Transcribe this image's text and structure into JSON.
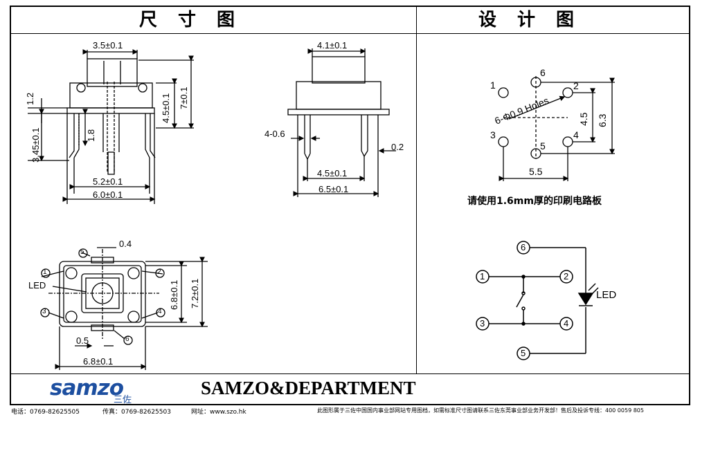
{
  "header": {
    "left_title": "尺　寸　图",
    "right_title": "设　计　图"
  },
  "front_view": {
    "top_width": "3.5±0.1",
    "dim_12": "1.2",
    "dim_345": "3.45±0.1",
    "dim_18": "1.8",
    "dim_45": "4.5±0.1",
    "dim_7": "7±0.1",
    "pin_spacing": "5.2±0.1",
    "base_width": "6.0±0.1"
  },
  "side_view": {
    "top_width": "4.1±0.1",
    "pin_width": "4-0.6",
    "pin_thick": "0.2",
    "pin_spacing": "4.5±0.1",
    "base_width": "6.5±0.1"
  },
  "top_view": {
    "led_label": "LED",
    "dim_04": "0.4",
    "dim_05": "0.5",
    "dim_68": "6.8±0.1",
    "dim_72": "7.2±0.1",
    "width": "6.8±0.1",
    "pins": [
      "1",
      "2",
      "3",
      "4",
      "5",
      "6"
    ]
  },
  "pcb_layout": {
    "holes_label": "6-Φ0.9 Holes",
    "dim_45": "4.5",
    "dim_63": "6.3",
    "dim_55": "5.5",
    "pins": [
      "1",
      "2",
      "3",
      "4",
      "5",
      "6"
    ],
    "note": "请使用1.6mm厚的印刷电路板"
  },
  "schematic": {
    "led_label": "LED",
    "pins": [
      "1",
      "2",
      "3",
      "4",
      "5",
      "6"
    ]
  },
  "brand": {
    "logo_text": "samzo",
    "logo_sub": "三佐",
    "company": "SAMZO&DEPARTMENT"
  },
  "footer": {
    "phone": "电话：0769-82625505",
    "fax": "传真：0769-82625503",
    "web": "网址：www.szo.hk",
    "notice": "此图形属于三佐中国国内事业部网站专用图档，如需标准尺寸图请联系三佐东莞事业部业务开发部！售后及投诉专线：400 0059 805"
  }
}
